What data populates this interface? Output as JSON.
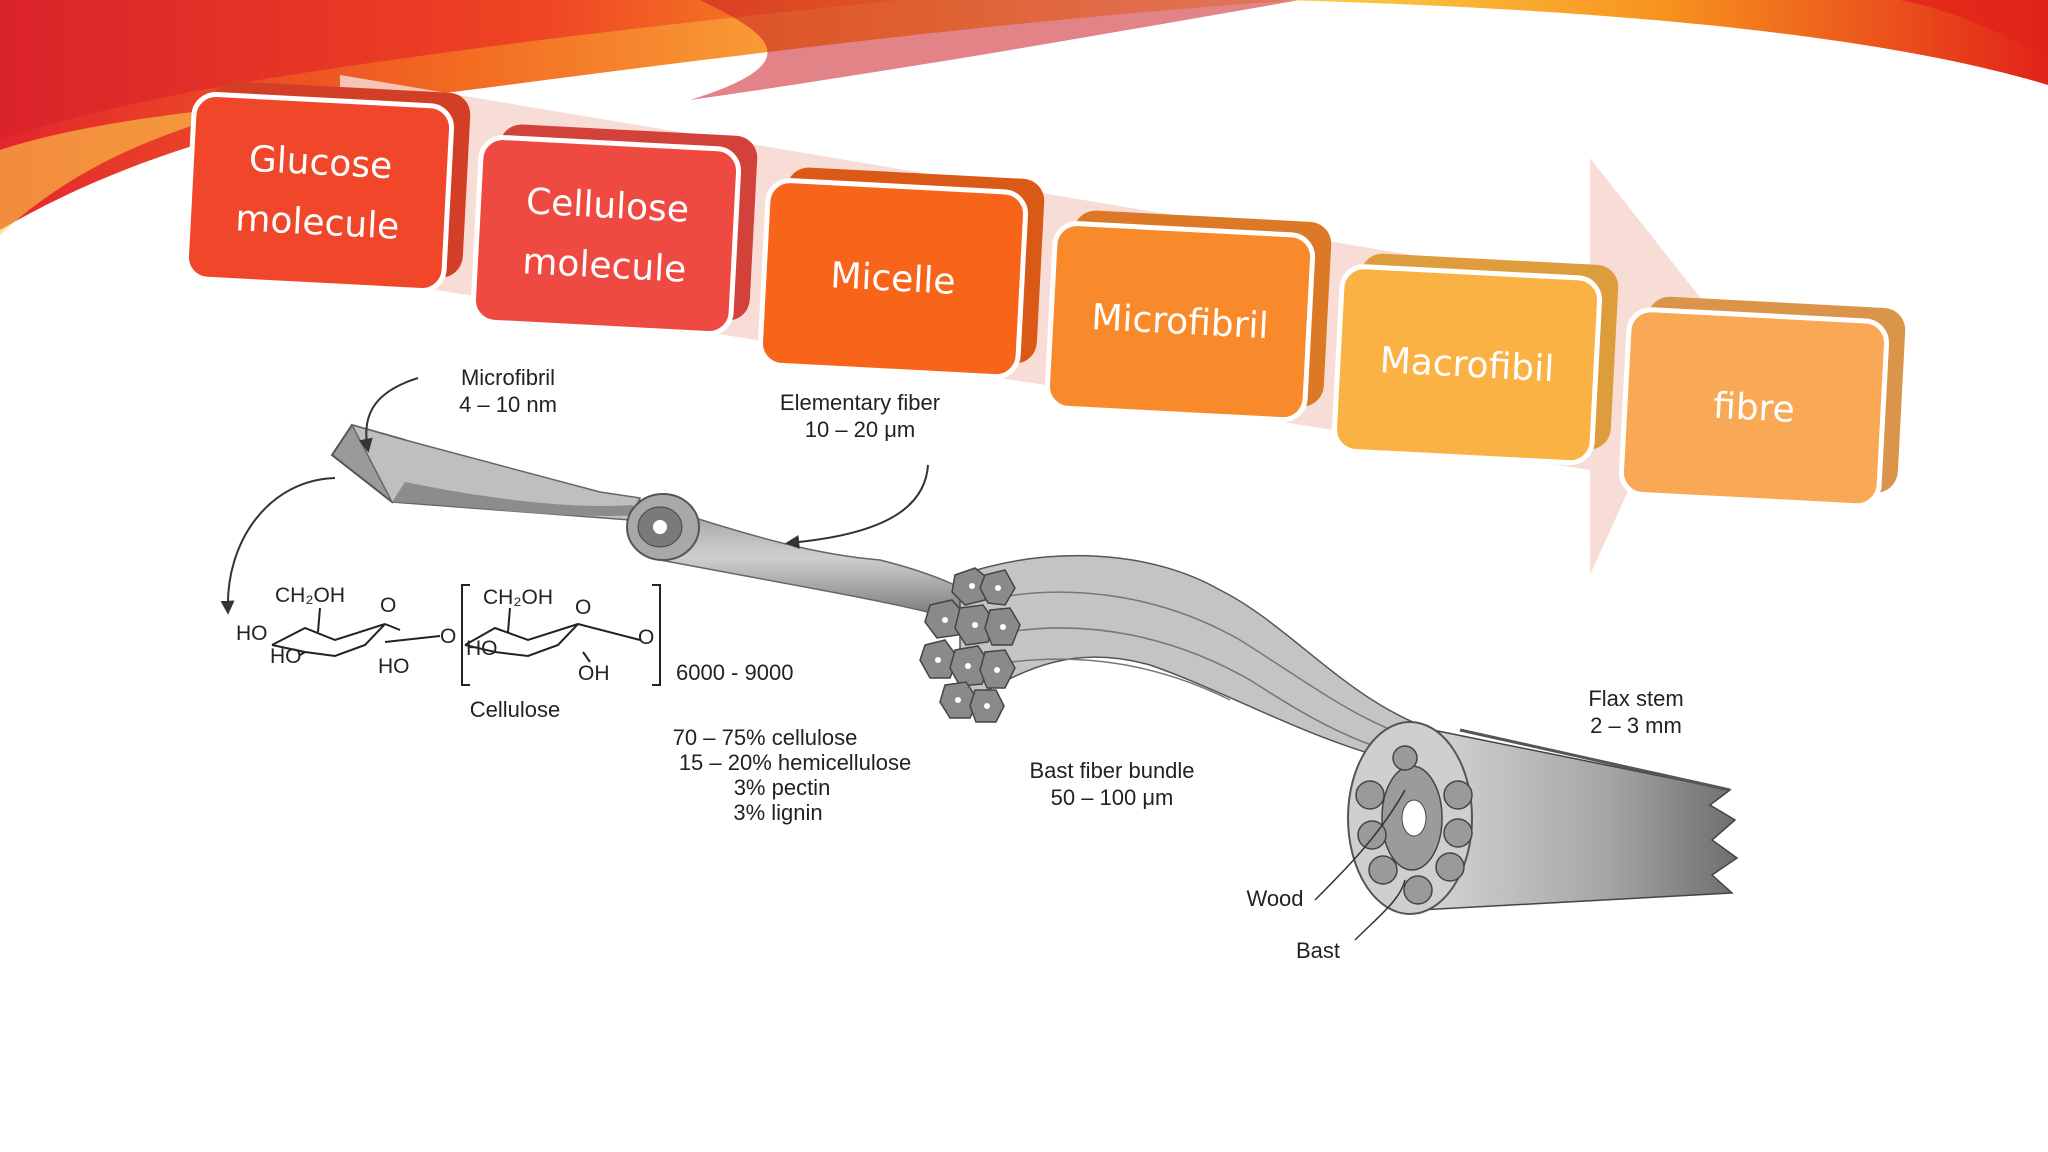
{
  "hierarchy": [
    {
      "lines": [
        "Glucose",
        "molecule"
      ],
      "color": "#f0472b"
    },
    {
      "lines": [
        "Cellulose",
        "molecule"
      ],
      "color": "#ef4a42"
    },
    {
      "lines": [
        "Micelle"
      ],
      "color": "#f8651a"
    },
    {
      "lines": [
        "Microfibril"
      ],
      "color": "#f98a2c"
    },
    {
      "lines": [
        "Macrofibil"
      ],
      "color": "#fbb244"
    },
    {
      "lines": [
        "fibre"
      ],
      "color": "#f9a955"
    }
  ],
  "diagram": {
    "microfibril_label": "Microfibril",
    "microfibril_size": "4 – 10 nm",
    "elementary_label": "Elementary fiber",
    "elementary_size": "10 – 20 μm",
    "chem": {
      "ch2oh_left": "CH₂OH",
      "ch2oh_right": "CH₂OH",
      "o_ring_left": "O",
      "o_ring_right": "O",
      "o_bridge": "O",
      "o_end": "O",
      "ho_left1": "HO",
      "ho_left2": "HO",
      "ho_bottom": "HO",
      "ho_right": "HO",
      "oh_right": "OH",
      "repeat": "6000 - 9000",
      "name": "Cellulose"
    },
    "composition": [
      "70 – 75% cellulose",
      "15 – 20% hemicellulose",
      "3% pectin",
      "3% lignin"
    ],
    "bundle_label": "Bast fiber bundle",
    "bundle_size": "50 – 100 μm",
    "stem_label": "Flax stem",
    "stem_size": "2 – 3 mm",
    "wood_label": "Wood",
    "bast_label": "Bast"
  }
}
